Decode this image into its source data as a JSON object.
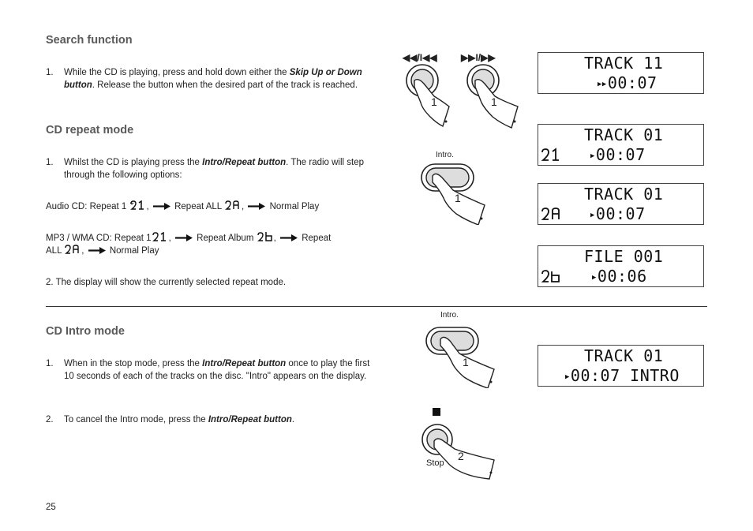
{
  "search": {
    "heading": "Search function",
    "step1_num": "1.",
    "step1_a": "While the CD is playing, press and hold down either the ",
    "step1_bold": "Skip Up or Down button",
    "step1_b": ". Release the button when the desired part of the track is reached.",
    "rew_label": "◀◀/I◀◀",
    "fwd_label": "▶▶I/▶▶",
    "finger1": "1",
    "finger2": "1",
    "display_line1": "TRACK 11",
    "display_line2": "00:07"
  },
  "repeat": {
    "heading": "CD repeat mode",
    "step1_num": "1.",
    "step1_a": "Whilst the CD is playing press the ",
    "step1_bold": "Intro/Repeat button",
    "step1_b": ". The radio will step through the following options:",
    "audio_line": {
      "prefix": "Audio CD: Repeat 1",
      "opt2": "Repeat ALL",
      "opt3": "Normal Play"
    },
    "mp3_line": {
      "prefix": "MP3 / WMA CD: Repeat 1",
      "opt2": "Repeat Album",
      "opt3_a": "Repeat",
      "opt3_b": "ALL",
      "opt4": "Normal Play"
    },
    "step2": "2. The display will show the currently selected repeat mode.",
    "button_label": "Intro.",
    "finger": "1",
    "displays": [
      {
        "line1": "TRACK 01",
        "line2": "00:07",
        "icon": "repeat-1-icon"
      },
      {
        "line1": "TRACK 01",
        "line2": "00:07",
        "icon": "repeat-all-icon"
      },
      {
        "line1": "FILE 001",
        "line2": "00:06",
        "icon": "repeat-album-icon"
      }
    ]
  },
  "intro": {
    "heading": "CD Intro mode",
    "step1_num": "1.",
    "step1_a": "When in the stop mode, press the ",
    "step1_bold": "Intro/Repeat button",
    "step1_b": " once to play the first 10 seconds of each of the tracks on the disc. \"Intro\" appears on the display.",
    "step2_num": "2.",
    "step2_a": "To cancel the Intro mode, press the ",
    "step2_bold": "Intro/Repeat button",
    "step2_b": ".",
    "button_label": "Intro.",
    "finger1": "1",
    "stop_label": "Stop",
    "finger2": "2",
    "display_line1": "TRACK 01",
    "display_line2": "00:07 INTRO"
  },
  "page_number": "25"
}
